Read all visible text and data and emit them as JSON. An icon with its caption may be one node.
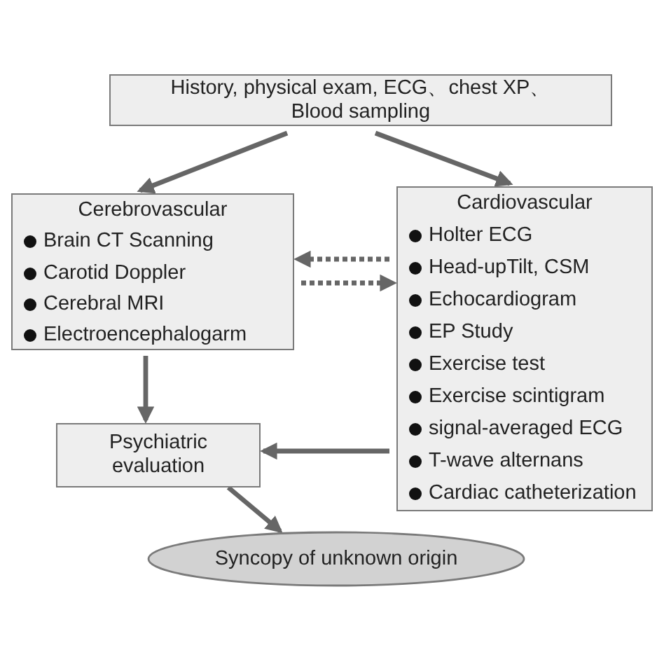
{
  "diagram": {
    "nodes": [
      {
        "text": [
          "History, physical exam, ECG、chest XP、Blood sampling"
        ]
      },
      {
        "text": [
          "Cerebrovascular",
          "Brain CT Scanning",
          "Carotid Doppler",
          "Cerebral MRI",
          "Electroencephalogarm"
        ]
      },
      {
        "text": [
          "Cardiovascular",
          "Holter ECG",
          "Head-upTilt, CSM",
          "Echocardiogram",
          "EP Study",
          "Exercise test",
          "Exercise scintigram",
          "signal-averaged ECG",
          "T-wave alternans",
          "Cardiac catheterization"
        ]
      },
      {
        "text": [
          "Psychiatric evaluation"
        ]
      },
      {
        "text": [
          "Syncopy of unknown origin"
        ]
      }
    ],
    "edges": [
      {
        "from": 0,
        "to": 1,
        "arrow": "to"
      },
      {
        "from": 0,
        "to": 2,
        "arrow": "to"
      },
      {
        "from": 2,
        "to": 1,
        "arrow": "to",
        "style": "dashed"
      },
      {
        "from": 1,
        "to": 2,
        "arrow": "to",
        "style": "dashed"
      },
      {
        "from": 1,
        "to": 3,
        "arrow": "to"
      },
      {
        "from": 2,
        "to": 3,
        "arrow": "to"
      },
      {
        "from": 3,
        "to": 4,
        "arrow": "to"
      }
    ]
  }
}
